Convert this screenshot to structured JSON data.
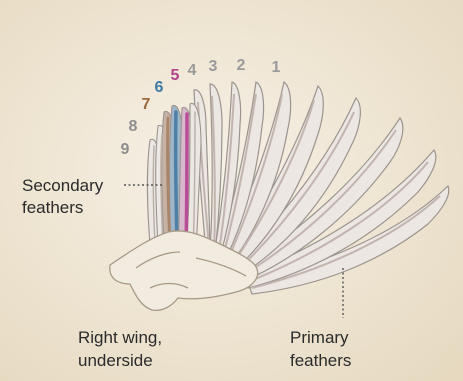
{
  "feather_numbers": [
    {
      "label": "1",
      "color": "#9a9a9a"
    },
    {
      "label": "2",
      "color": "#9a9a9a"
    },
    {
      "label": "3",
      "color": "#9a9a9a"
    },
    {
      "label": "4",
      "color": "#9a9a9a"
    },
    {
      "label": "5",
      "color": "#b0428a"
    },
    {
      "label": "6",
      "color": "#3f79a6"
    },
    {
      "label": "7",
      "color": "#9a6a3e"
    },
    {
      "label": "8",
      "color": "#8e8e8e"
    },
    {
      "label": "9",
      "color": "#8e8e8e"
    }
  ],
  "labels": {
    "secondary_line1": "Secondary",
    "secondary_line2": "feathers",
    "wing_line1": "Right wing,",
    "wing_line2": "underside",
    "primary_line1": "Primary",
    "primary_line2": "feathers"
  },
  "colors": {
    "background_center": "#f7f1e6",
    "background_edge": "#e8dcc4",
    "feather_fill": "#ede8e3",
    "feather_stroke": "#9c948e",
    "feather_shadow": "#c9bcb6",
    "arm_fill": "#f2ebe0",
    "arm_stroke": "#a89a88",
    "label_text": "#2b2b2b"
  }
}
